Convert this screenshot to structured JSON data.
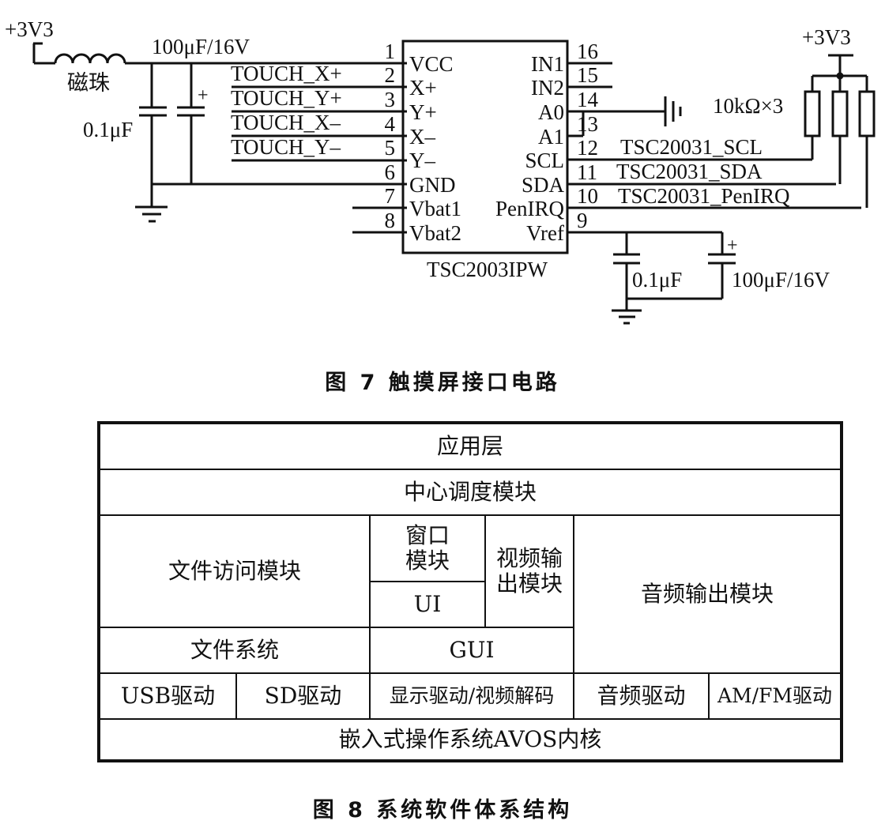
{
  "figure7": {
    "caption": "图 7   触摸屏接口电路",
    "power_left": "+3V3",
    "ferrite_bead_label": "磁珠",
    "cap_in_small": "0.1μF",
    "cap_in_large": "100μF/16V",
    "cap_plus": "+",
    "chip_name": "TSC2003IPW",
    "left_pins": [
      {
        "num": "1",
        "name": "VCC",
        "net": ""
      },
      {
        "num": "2",
        "name": "X+",
        "net": "TOUCH_X+"
      },
      {
        "num": "3",
        "name": "Y+",
        "net": "TOUCH_Y+"
      },
      {
        "num": "4",
        "name": "X–",
        "net": "TOUCH_X–"
      },
      {
        "num": "5",
        "name": "Y–",
        "net": "TOUCH_Y–"
      },
      {
        "num": "6",
        "name": "GND",
        "net": ""
      },
      {
        "num": "7",
        "name": "Vbat1",
        "net": ""
      },
      {
        "num": "8",
        "name": "Vbat2",
        "net": ""
      }
    ],
    "right_pins": [
      {
        "num": "16",
        "name": "IN1",
        "net": ""
      },
      {
        "num": "15",
        "name": "IN2",
        "net": ""
      },
      {
        "num": "14",
        "name": "A0",
        "net": ""
      },
      {
        "num": "13",
        "name": "A1",
        "net": ""
      },
      {
        "num": "12",
        "name": "SCL",
        "net": "TSC20031_SCL"
      },
      {
        "num": "11",
        "name": "SDA",
        "net": "TSC20031_SDA"
      },
      {
        "num": "10",
        "name": "PenIRQ",
        "net": "TSC20031_PenIRQ"
      },
      {
        "num": "9",
        "name": "Vref",
        "net": ""
      }
    ],
    "power_right": "+3V3",
    "pullup_label": "10kΩ×3",
    "vref_cap_small": "0.1μF",
    "vref_cap_large": "100μF/16V"
  },
  "figure8": {
    "caption": "图 8   系统软件体系结构",
    "application_layer": "应用层",
    "central_scheduler": "中心调度模块",
    "file_access_module": "文件访问模块",
    "window_module": "窗口\n模块",
    "ui": "UI",
    "video_output_module": "视频输\n出模块",
    "audio_output_module": "音频输出模块",
    "file_system": "文件系统",
    "gui": "GUI",
    "usb_driver": "USB驱动",
    "sd_driver": "SD驱动",
    "display_video_decode": "显示驱动/视频解码",
    "audio_driver": "音频驱动",
    "amfm_driver": "AM/FM驱动",
    "kernel": "嵌入式操作系统AVOS内核"
  }
}
